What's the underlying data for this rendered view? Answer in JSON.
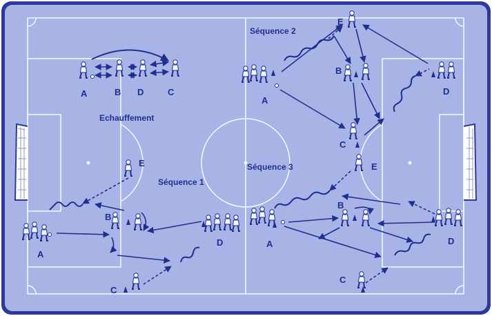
{
  "titles": {
    "warmup": "Echauffement",
    "seq1": "Séquence 1",
    "seq2": "Séquence 2",
    "seq3": "Séquence 3"
  },
  "warmup_labels": [
    "A",
    "B",
    "D",
    "C"
  ],
  "seq1_labels": {
    "A": "A",
    "B": "B",
    "C": "C",
    "D": "D",
    "E": "E"
  },
  "seq2_labels": {
    "A": "A",
    "B": "B",
    "C": "C",
    "D": "D",
    "E": "E"
  },
  "seq3_labels": {
    "A": "A",
    "B": "B",
    "C": "C",
    "D": "D",
    "E": "E"
  },
  "colors": {
    "pitch": "#a9b4e6",
    "border": "#2c3a9c",
    "lines": "#f4f6ff",
    "ink": "#1f2f8f"
  }
}
